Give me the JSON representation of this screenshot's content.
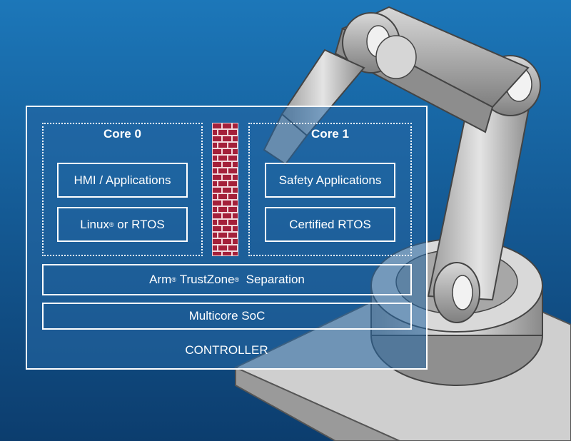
{
  "diagram": {
    "controller_label": "CONTROLLER",
    "core0": {
      "title": "Core 0",
      "items": [
        "HMI / Applications",
        "Linux",
        "or RTOS"
      ]
    },
    "core1": {
      "title": "Core 1",
      "items": [
        "Safety Applications",
        "Certified RTOS"
      ]
    },
    "separation": {
      "arm": "Arm",
      "trustzone": "TrustZone",
      "separation": "Separation"
    },
    "soc_label": "Multicore SoC",
    "registered_mark": "®",
    "firewall_icon": "brick-wall-icon",
    "background_image": "robotic-arm-illustration"
  },
  "colors": {
    "background_top": "#1c77b9",
    "background_bottom": "#0c3d6e",
    "brick": "#a4203a",
    "mortar": "#f4d9dc",
    "line": "#ffffff"
  }
}
